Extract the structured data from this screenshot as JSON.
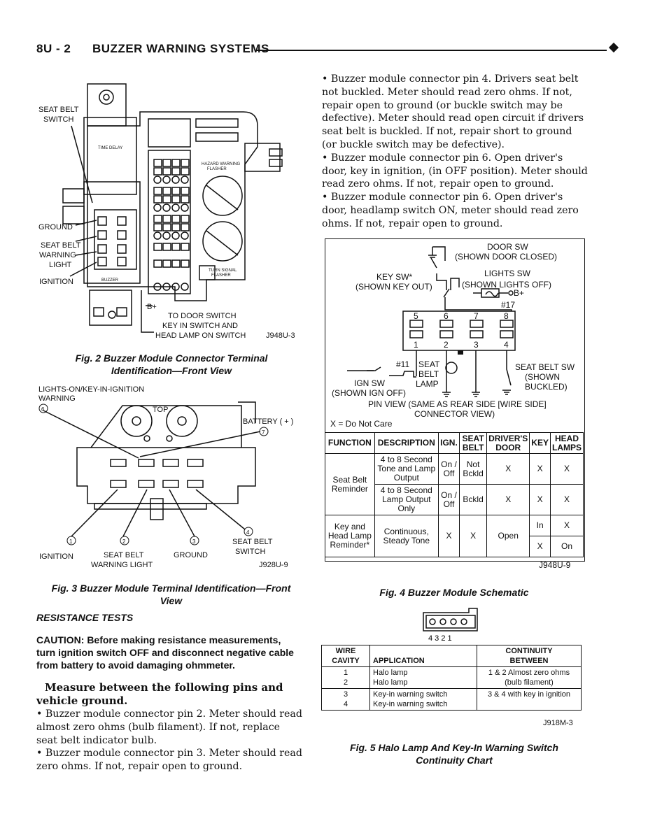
{
  "header": {
    "page": "8U - 2",
    "section": "BUZZER WARNING SYSTEMS"
  },
  "fig2": {
    "labels": {
      "seat_belt_switch_1": "SEAT BELT",
      "seat_belt_switch_2": "SWITCH",
      "ground": "GROUND",
      "seat_belt_1": "SEAT BELT",
      "seat_belt_2": "WARNING",
      "seat_belt_3": "LIGHT",
      "ignition": "IGNITION",
      "time_delay": "TIME DELAY",
      "hazard_1": "HAZARD WARNING",
      "hazard_2": "FLASHER",
      "turn_1": "TURN SIGNAL",
      "turn_2": "FLASHER",
      "buzzer": "BUZZER",
      "b_plus": "B+",
      "door_1": "TO DOOR SWITCH",
      "door_2": "KEY IN SWITCH AND",
      "door_3": "HEAD LAMP ON SWITCH",
      "code": "J948U-3"
    },
    "caption_1": "Fig. 2 Buzzer Module Connector Terminal",
    "caption_2": "Identification—Front View"
  },
  "fig3": {
    "labels": {
      "lights_1": "LIGHTS-ON/KEY-IN-IGNITION",
      "lights_2": "WARNING",
      "top": "TOP",
      "battery": "BATTERY ( + )",
      "ignition": "IGNITION",
      "seat_belt": "SEAT BELT",
      "warning_light": "WARNING LIGHT",
      "ground": "GROUND",
      "seat_belt_switch_1": "SEAT BELT",
      "seat_belt_switch_2": "SWITCH",
      "code": "J928U-9"
    },
    "caption_1": "Fig. 3 Buzzer Module Terminal Identification—Front",
    "caption_2": "View"
  },
  "resistance": {
    "heading": "RESISTANCE TESTS",
    "caution": "CAUTION: Before making resistance measurements, turn ignition switch OFF and disconnect negative cable from battery to avoid damaging ohmmeter.",
    "measure": "Measure between the following pins and vehicle ground.",
    "b1": "• Buzzer module connector pin 2. Meter should read almost zero ohms (bulb filament). If not, replace seat belt indicator bulb.",
    "b2": "• Buzzer module connector pin 3. Meter should read zero ohms. If not, repair open to ground."
  },
  "right_text": {
    "b3": "• Buzzer module connector pin 4. Drivers seat belt not buckled. Meter should read zero ohms. If not, repair open to ground (or buckle switch may be defective). Meter should read open circuit if drivers seat belt is buckled. If not, repair short to ground (or buckle switch may be defective).",
    "b4": "• Buzzer module connector pin 6. Open driver's door, key in ignition, (in OFF position). Meter should read zero ohms. If not, repair open to ground.",
    "b5": "• Buzzer module connector pin 6. Open driver's door, headlamp switch ON, meter should read zero ohms. If not, repair open to ground."
  },
  "fig4": {
    "labels": {
      "door_sw": "DOOR SW",
      "door_shown": "(SHOWN DOOR CLOSED)",
      "key_sw": "KEY SW*",
      "key_shown": "(SHOWN KEY OUT)",
      "lights_sw": "LIGHTS SW",
      "lights_shown": "(SHOWN LIGHTS OFF)",
      "b_plus": "B+",
      "n17": "#17",
      "p5": "5",
      "p6": "6",
      "p7": "7",
      "p8": "8",
      "p1": "1",
      "p2": "2",
      "p3": "3",
      "p4": "4",
      "n11": "#11",
      "seat_belt_lamp_1": "SEAT",
      "seat_belt_lamp_2": "BELT",
      "seat_belt_lamp_3": "LAMP",
      "ign_sw": "IGN SW",
      "ign_shown": "(SHOWN IGN OFF)",
      "seat_belt_sw_1": "SEAT BELT SW",
      "seat_belt_sw_2": "(SHOWN",
      "seat_belt_sw_3": "BUCKLED)",
      "pin_view_1": "PIN VIEW (SAME AS REAR SIDE [WIRE SIDE]",
      "pin_view_2": "CONNECTOR VIEW)",
      "dnc": "X = Do Not Care"
    },
    "table": {
      "headers": [
        "FUNCTION",
        "DESCRIPTION",
        "IGN.",
        "SEAT BELT",
        "DRIVER'S DOOR",
        "KEY",
        "HEAD LAMPS"
      ],
      "seat_belt_reminder": "Seat Belt Reminder",
      "row1": {
        "desc": "4 to 8 Second Tone and Lamp Output",
        "on": "On",
        "off": "Off",
        "belt": "Not Bckld",
        "door": "X",
        "key": "X",
        "head": "X"
      },
      "row2": {
        "desc": "4 to 8 Second Lamp Output Only",
        "on": "On",
        "off": "Off",
        "belt": "Bckld",
        "door": "X",
        "key": "X",
        "head": "X"
      },
      "key_head": "Key and Head Lamp Reminder*",
      "row3": {
        "desc": "Continuous, Steady Tone",
        "ign": "X",
        "belt": "X",
        "door": "Open",
        "key1": "In",
        "head1": "X",
        "key2": "X",
        "head2": "On"
      }
    },
    "code": "J948U-9",
    "caption": "Fig. 4 Buzzer Module Schematic"
  },
  "fig5": {
    "pins": "4  3  2  1",
    "headers": {
      "cavity_1": "WIRE",
      "cavity_2": "CAVITY",
      "application": "APPLICATION",
      "cont_1": "CONTINUITY",
      "cont_2": "BETWEEN"
    },
    "rows": [
      {
        "cavity": "1",
        "app": "Halo lamp"
      },
      {
        "cavity": "2",
        "app": "Halo lamp"
      },
      {
        "cavity": "3",
        "app": "Key-in warning switch"
      },
      {
        "cavity": "4",
        "app": "Key-in warning switch"
      }
    ],
    "cont_a1": "1 & 2 Almost zero ohms",
    "cont_a2": "(bulb filament)",
    "cont_b": "3 & 4 with key in ignition",
    "code": "J918M-3",
    "caption_1": "Fig. 5 Halo Lamp And Key-In Warning Switch",
    "caption_2": "Continuity Chart"
  }
}
